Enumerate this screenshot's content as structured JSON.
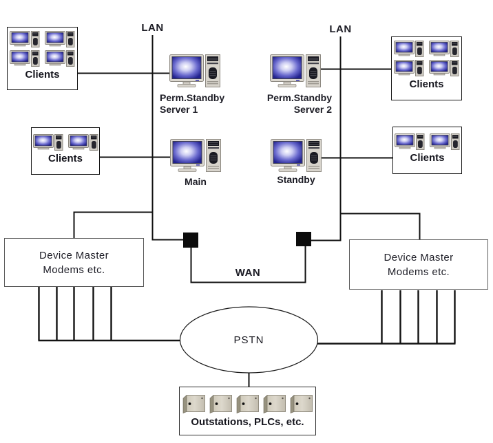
{
  "diagram": {
    "labels": {
      "lan_left": "LAN",
      "lan_right": "LAN",
      "wan": "WAN",
      "pstn": "PSTN"
    },
    "client_groups": [
      {
        "id": "top-left",
        "label": "Clients",
        "computer_count": 4
      },
      {
        "id": "mid-left",
        "label": "Clients",
        "computer_count": 2
      },
      {
        "id": "top-right",
        "label": "Clients",
        "computer_count": 4
      },
      {
        "id": "mid-right",
        "label": "Clients",
        "computer_count": 2
      }
    ],
    "servers": {
      "perm_standby_1": {
        "line1": "Perm.Standby",
        "line2": "Server 1"
      },
      "perm_standby_2": {
        "line1": "Perm.Standby",
        "line2": "Server 2"
      },
      "main": {
        "label": "Main"
      },
      "standby": {
        "label": "Standby"
      }
    },
    "device_master_left": {
      "line1": "Device Master",
      "line2": "Modems etc."
    },
    "device_master_right": {
      "line1": "Device Master",
      "line2": "Modems etc."
    },
    "outstations": {
      "label": "Outstations, PLCs, etc.",
      "device_count": 5
    },
    "colors": {
      "line": "#121212",
      "screen_blue_edge": "#22228e",
      "screen_blue_center": "#ffffff",
      "cabinet_beige": "#d0cbbd",
      "wan_node_black": "#0c0c0c"
    }
  }
}
